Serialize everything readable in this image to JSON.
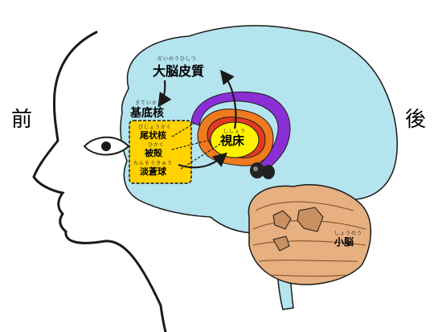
{
  "labels": {
    "front": "前",
    "back": "後",
    "cortex": "大脳皮質",
    "cortex_ruby": "だいのうひしつ",
    "basal_ganglia": "基底核",
    "basal_ganglia_ruby": "きていかく",
    "caudate": "尾状核",
    "caudate_ruby": "びじょうかく",
    "putamen": "被殻",
    "putamen_ruby": "ひかく",
    "pallidus": "淡蒼球",
    "pallidus_ruby": "たんそうきゅう",
    "thalamus": "視床",
    "thalamus_ruby": "ししょう",
    "cerebellum": "小脳",
    "cerebellum_ruby": "しょうのう"
  },
  "colors": {
    "brain": "#b4e4ee",
    "cerebellum": "#e7b080",
    "caudate_purple": "#8a2fd6",
    "putamen_orange": "#f07a1e",
    "thalamus_yellow": "#fff200",
    "box_yellow": "#ffd200",
    "outline": "#1a1a1a"
  }
}
